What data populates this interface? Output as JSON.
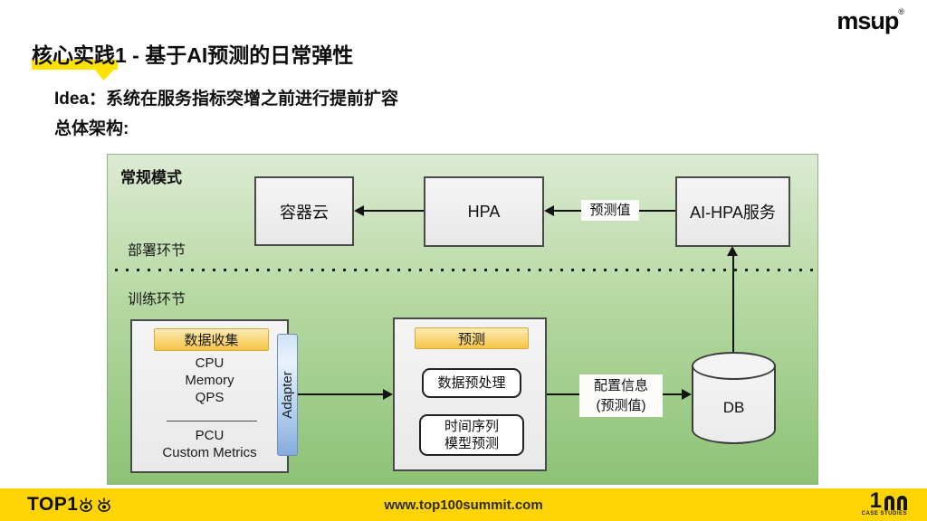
{
  "logo_msup": {
    "ms": "ms",
    "u": "u",
    "p": "p",
    "registered": "®"
  },
  "header": {
    "title": "核心实践1 - 基于AI预测的日常弹性",
    "idea": "Idea：系统在服务指标突增之前进行提前扩容",
    "arch": "总体架构:"
  },
  "diagram": {
    "mode_label": "常规模式",
    "deploy_label": "部署环节",
    "train_label": "训练环节",
    "container_cloud": "容器云",
    "hpa": "HPA",
    "ai_hpa": "AI-HPA服务",
    "prediction_value_label": "预测值",
    "config_line1": "配置信息",
    "config_line2": "(预测值)",
    "db": "DB",
    "adapter": "Adapter",
    "collection": {
      "header": "数据收集",
      "m1": "CPU",
      "m2": "Memory",
      "m3": "QPS",
      "m4": "PCU",
      "m5": "Custom Metrics"
    },
    "prediction": {
      "header": "预测",
      "step1": "数据预处理",
      "step2a": "时间序列",
      "step2b": "模型预测"
    }
  },
  "footer": {
    "url": "www.top100summit.com",
    "top1": "TOP1",
    "num_one": "1",
    "case_label": "CASE STUDIES"
  },
  "colors": {
    "footer_yellow": "#FFD405",
    "highlight_yellow": "#FFE202",
    "diagram_green_top": "#DCEBD3",
    "diagram_green_bottom": "#8DC276",
    "node_gray": "#EDEDED",
    "node_border": "#4A4A4A",
    "header_yellow_top": "#FDECB4",
    "header_yellow_bottom": "#F5C445",
    "adapter_blue_top": "#CFE2F7",
    "adapter_blue_bottom": "#85ACDD"
  }
}
